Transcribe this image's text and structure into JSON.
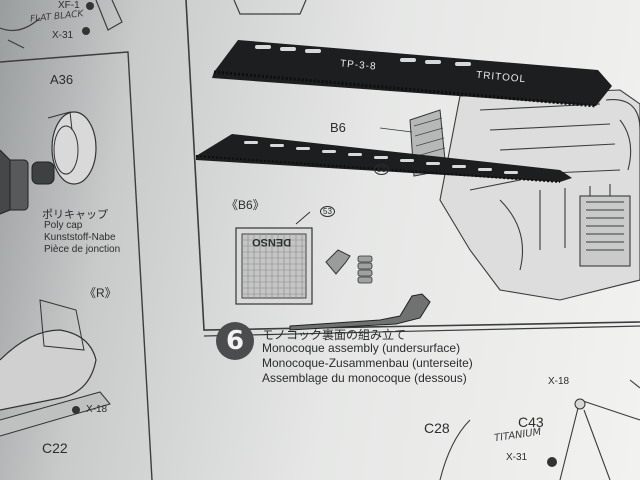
{
  "labels": {
    "xf1": "XF-1",
    "x31_top": "X-31",
    "a36": "A36",
    "polycap_jp": "ポリキャップ",
    "polycap_en": "Poly cap",
    "polycap_de": "Kunststoff-Nabe",
    "polycap_fr": "Pièce de jonction",
    "r_mark": "《R》",
    "x18_left": "X-18",
    "c22": "C22",
    "b6": "B6",
    "b6_box": "《B6》",
    "ref53_a": "53",
    "ref53_b": "53",
    "denso": "DENSO",
    "c28": "C28",
    "x18_right": "X-18",
    "c43": "C43",
    "x31_bottom": "X-31"
  },
  "blade": {
    "model": "TP-3-8",
    "brand": "TRITOOL"
  },
  "handwriting": {
    "flat_black": "FLAT BLACK",
    "titanium": "TITANIUM"
  },
  "step": {
    "number": "6",
    "jp": "モノコック裏面の組み立て",
    "en": "Monocoque assembly (undersurface)",
    "de": "Monocoque-Zusammenbau (unterseite)",
    "fr": "Assemblage du monocoque (dessous)"
  }
}
